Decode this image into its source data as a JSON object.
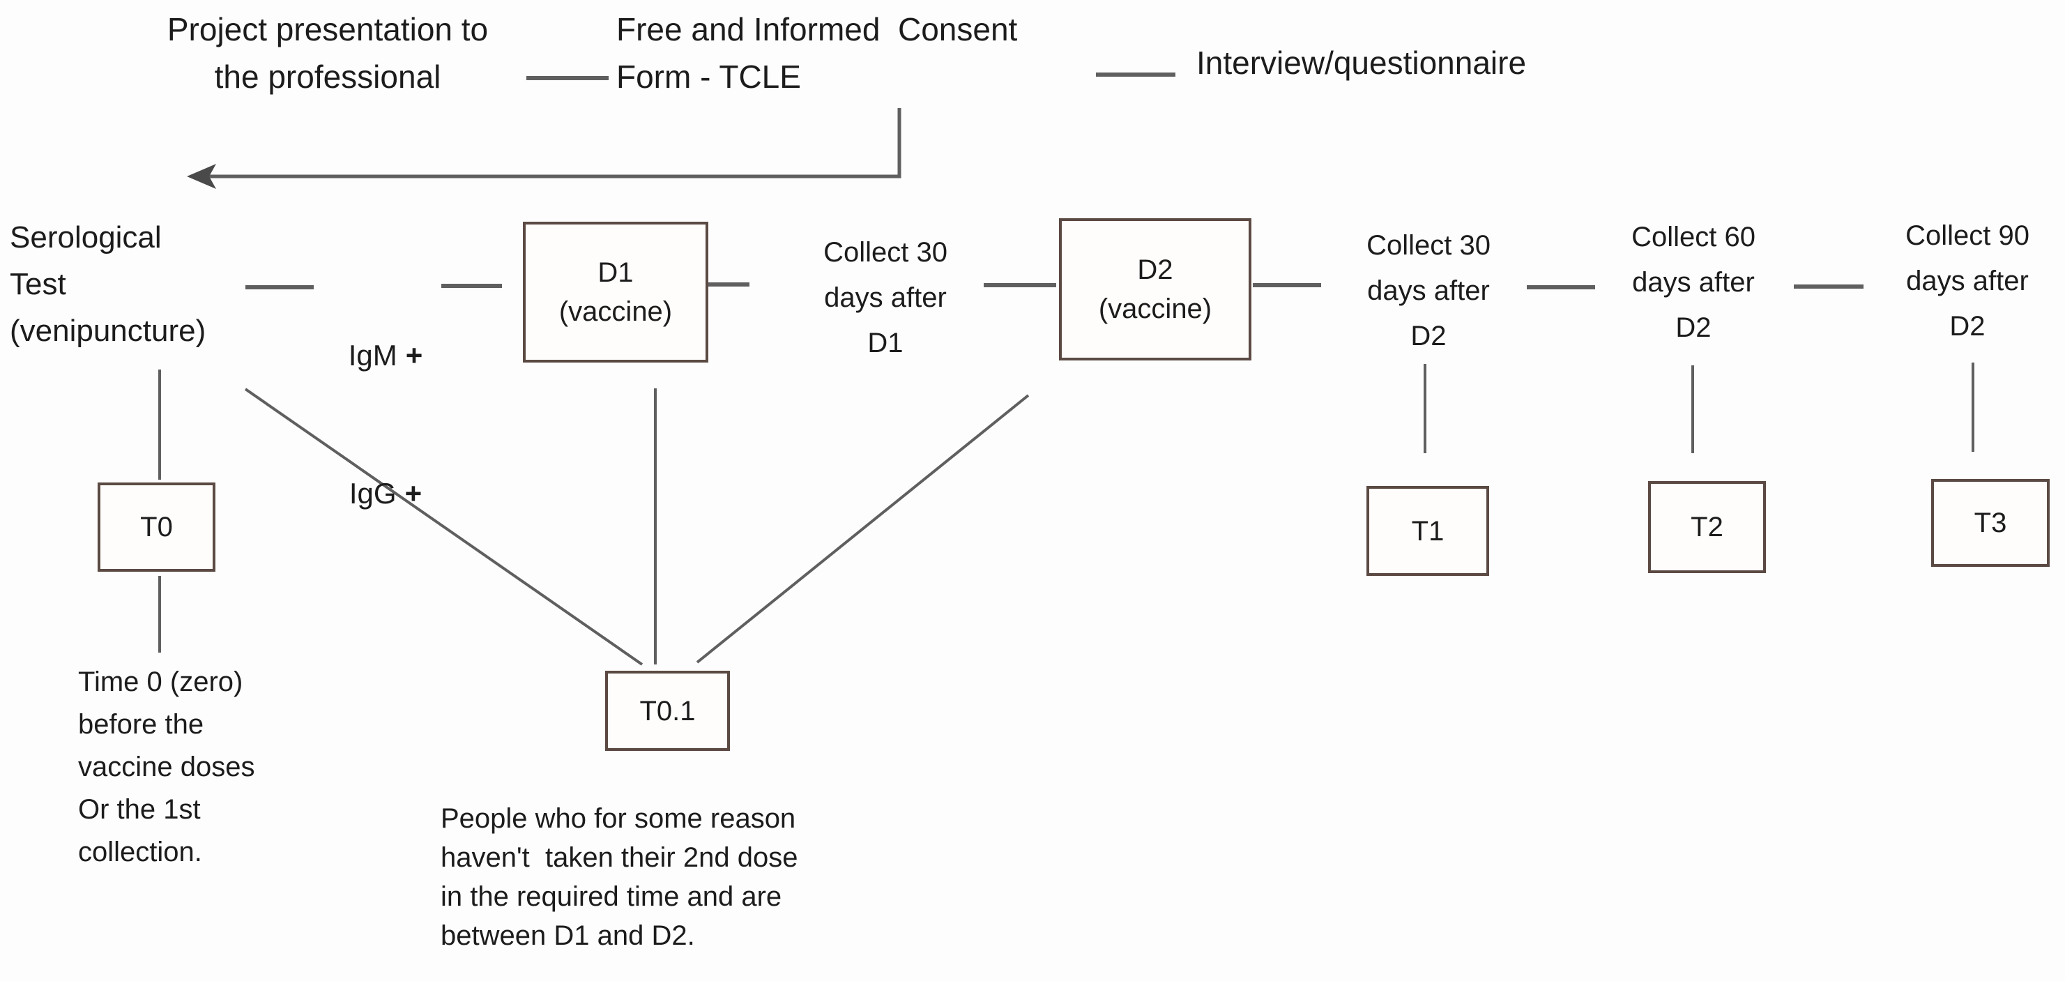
{
  "colors": {
    "box_border": "#5b4a43",
    "box_fill": "#fffdfb",
    "connector_line": "#5f5f5f",
    "arrow": "#4a4a4a",
    "text": "#1c1c1c",
    "background": "#fdfdfd"
  },
  "intake_row": {
    "project_presentation": "Project presentation to\nthe professional",
    "consent_form": "Free and Informed  Consent\nForm - TCLE",
    "interview": "Interview/questionnaire"
  },
  "timeline_row": {
    "serological_test": "Serological\nTest\n(venipuncture)",
    "serology_markers": {
      "line1": {
        "label": "IgM",
        "plus": "+"
      },
      "line2": {
        "label": "IgG",
        "plus": "+"
      }
    },
    "d1_box": {
      "title": "D1",
      "subtitle": "(vaccine)"
    },
    "collect_after_d1": "Collect 30\ndays after\nD1",
    "d2_box": {
      "title": "D2",
      "subtitle": "(vaccine)"
    },
    "collect_30_after_d2": "Collect 30\ndays after\nD2",
    "collect_60_after_d2": "Collect 60\ndays after\nD2",
    "collect_90_after_d2": "Collect 90\ndays after\nD2"
  },
  "timepoint_boxes": {
    "t0": "T0",
    "t0_1": "T0.1",
    "t1": "T1",
    "t2": "T2",
    "t3": "T3"
  },
  "notes": {
    "t0_note": "Time 0 (zero)\nbefore the\nvaccine doses\nOr the 1st\ncollection.",
    "t0_1_note": "People who for some reason\nhaven't  taken their 2nd dose\nin the required time and are\nbetween D1 and D2."
  }
}
